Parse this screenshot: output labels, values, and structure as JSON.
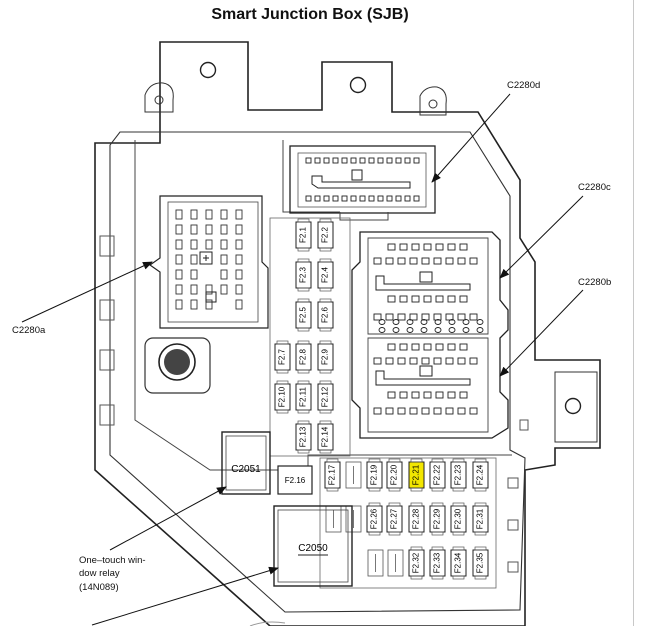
{
  "title": "Smart Junction Box (SJB)",
  "connectors": {
    "c2280d": "C2280d",
    "c2280c": "C2280c",
    "c2280b": "C2280b",
    "c2280a": "C2280a",
    "c2051": "C2051",
    "c2050": "C2050"
  },
  "relay_note": {
    "line1": "One–touch win-",
    "line2": "dow relay",
    "line3": "(14N089)"
  },
  "fuses": {
    "f2_1": "F2.1",
    "f2_2": "F2.2",
    "f2_3": "F2.3",
    "f2_4": "F2.4",
    "f2_5": "F2.5",
    "f2_6": "F2.6",
    "f2_7": "F2.7",
    "f2_8": "F2.8",
    "f2_9": "F2.9",
    "f2_10": "F2.10",
    "f2_11": "F2.11",
    "f2_12": "F2.12",
    "f2_13": "F2.13",
    "f2_14": "F2.14",
    "f2_16": "F2.16",
    "f2_17": "F2.17",
    "f2_19": "F2.19",
    "f2_20": "F2.20",
    "f2_21": "F2.21",
    "f2_22": "F2.22",
    "f2_23": "F2.23",
    "f2_24": "F2.24",
    "f2_26": "F2.26",
    "f2_27": "F2.27",
    "f2_28": "F2.28",
    "f2_29": "F2.29",
    "f2_30": "F2.30",
    "f2_31": "F2.31",
    "f2_32": "F2.32",
    "f2_33": "F2.33",
    "f2_34": "F2.34",
    "f2_35": "F2.35"
  },
  "highlight_color": "#f2e600"
}
